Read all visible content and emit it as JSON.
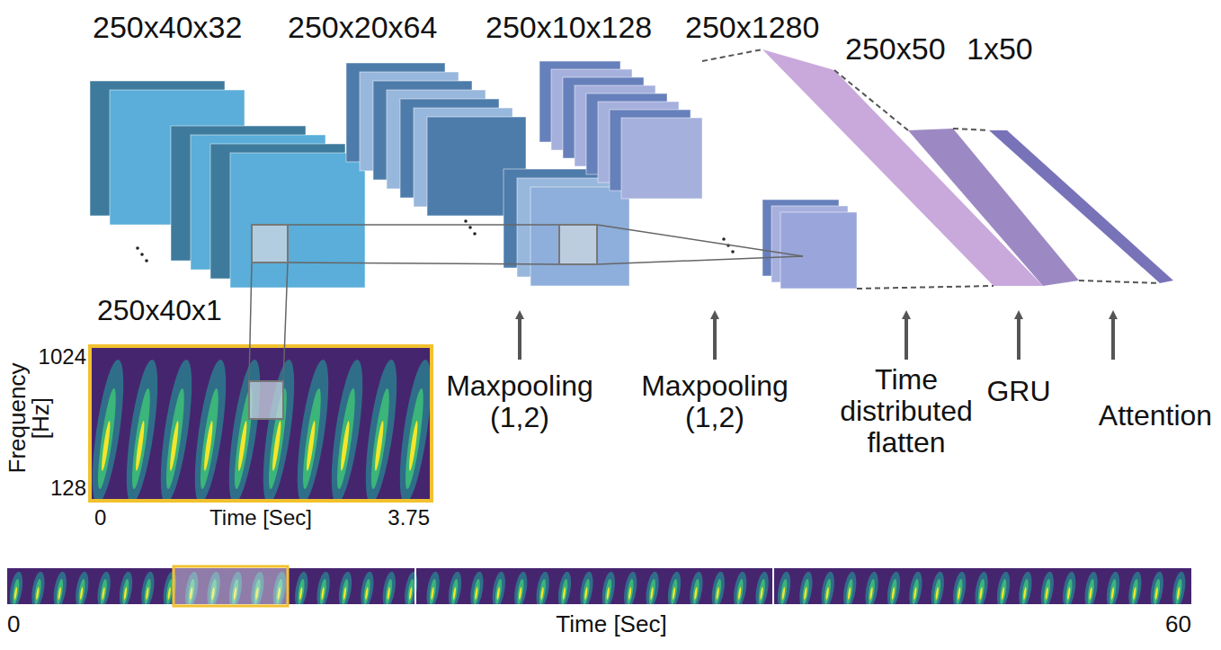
{
  "diagram": {
    "labels": [
      "250x40x32",
      "250x20x64",
      "250x10x128",
      "250x1280",
      "250x50",
      "1x50",
      "250x40x1",
      "Frequency [Hz]",
      "1024",
      "128",
      "0",
      "Time [Sec]",
      "3.75",
      "Maxpooling (1,2)",
      "Maxpooling (1,2)",
      "Time distributed flatten",
      "GRU",
      "Attention",
      "0",
      "Time [Sec]",
      "60"
    ]
  }
}
